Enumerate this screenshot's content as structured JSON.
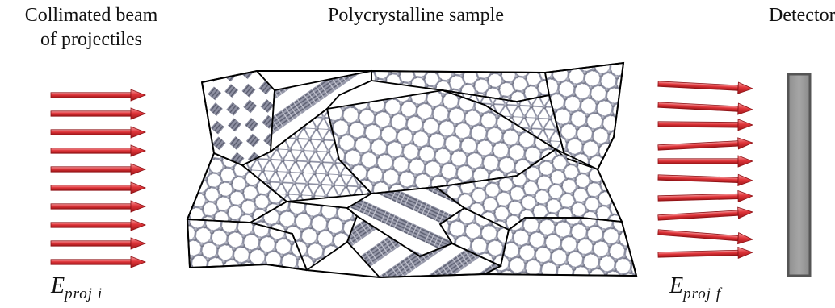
{
  "labels": {
    "beam_line1": "Collimated beam",
    "beam_line2": "of projectiles",
    "sample": "Polycrystalline sample",
    "detector": "Detector"
  },
  "energy_in": {
    "symbol": "E",
    "subscript": "proj i"
  },
  "energy_out": {
    "symbol": "E",
    "subscript": "proj f"
  },
  "colors": {
    "arrow_fill": "#d9262b",
    "arrow_highlight": "#f08a8c",
    "atom": "#7c7f91",
    "grain_edge": "#000000",
    "detector_fill": "#9b9b9b",
    "detector_edge": "#555555"
  },
  "icons": {
    "incoming": "arrow-right-icon",
    "outgoing": "arrow-right-icon",
    "sample": "crystal-lattice",
    "detector": "detector-plate"
  }
}
